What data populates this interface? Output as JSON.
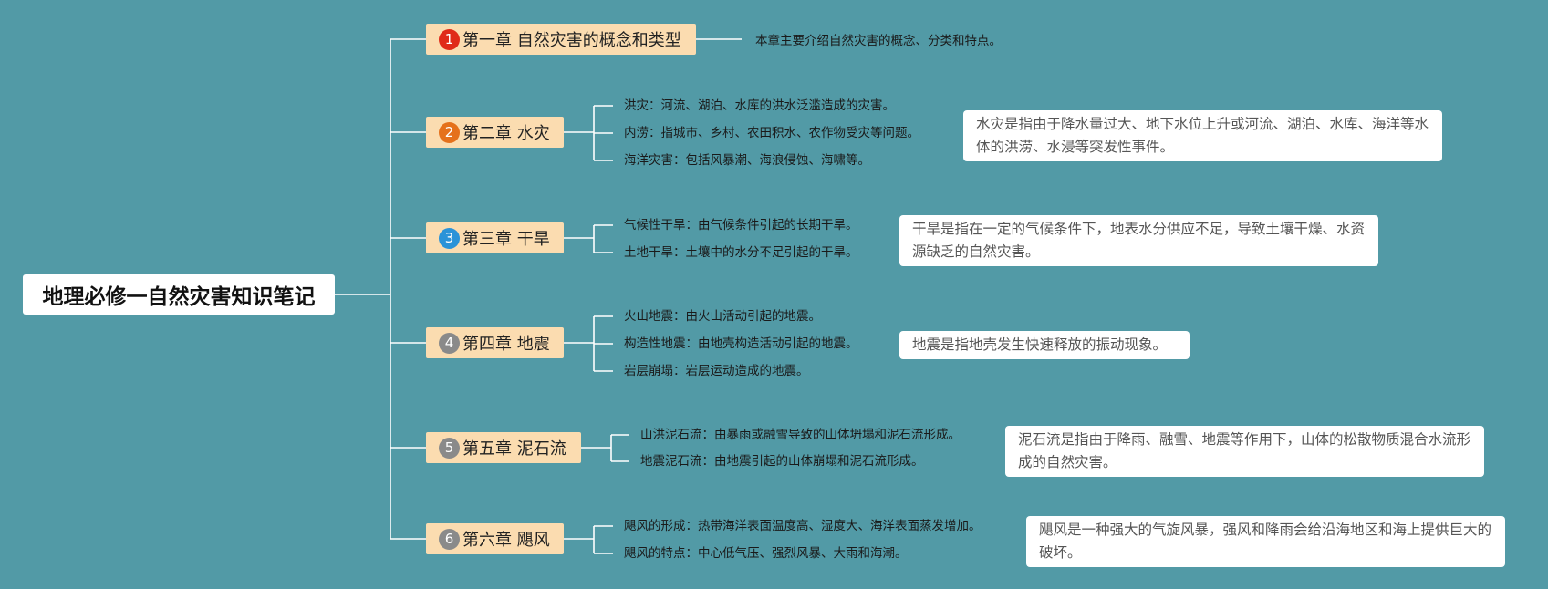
{
  "root_title": "地理必修一自然灾害知识笔记",
  "colors": {
    "background": "#529aa6",
    "chapter_fill": "#fbdcb0",
    "line": "#ffffff"
  },
  "chapters": [
    {
      "num": "1",
      "badge_color": "#e02a18",
      "title": "第一章 自然灾害的概念和类型",
      "items": [],
      "note": "本章主要介绍自然灾害的概念、分类和特点。"
    },
    {
      "num": "2",
      "badge_color": "#e5711c",
      "title": "第二章 水灾",
      "items": [
        "洪灾：河流、湖泊、水库的洪水泛滥造成的灾害。",
        "内涝：指城市、乡村、农田积水、农作物受灾等问题。",
        "海洋灾害：包括风暴潮、海浪侵蚀、海啸等。"
      ],
      "note": "水灾是指由于降水量过大、地下水位上升或河流、湖泊、水库、海洋等水体的洪涝、水浸等突发性事件。"
    },
    {
      "num": "3",
      "badge_color": "#2b93d8",
      "title": "第三章 干旱",
      "items": [
        "气候性干旱：由气候条件引起的长期干旱。",
        "土地干旱：土壤中的水分不足引起的干旱。"
      ],
      "note": "干旱是指在一定的气候条件下，地表水分供应不足，导致土壤干燥、水资源缺乏的自然灾害。"
    },
    {
      "num": "4",
      "badge_color": "#8a8a8a",
      "title": "第四章 地震",
      "items": [
        "火山地震：由火山活动引起的地震。",
        "构造性地震：由地壳构造活动引起的地震。",
        "岩层崩塌：岩层运动造成的地震。"
      ],
      "note": "地震是指地壳发生快速释放的振动现象。"
    },
    {
      "num": "5",
      "badge_color": "#8a8a8a",
      "title": "第五章 泥石流",
      "items": [
        "山洪泥石流：由暴雨或融雪导致的山体坍塌和泥石流形成。",
        "地震泥石流：由地震引起的山体崩塌和泥石流形成。"
      ],
      "note": "泥石流是指由于降雨、融雪、地震等作用下，山体的松散物质混合水流形成的自然灾害。"
    },
    {
      "num": "6",
      "badge_color": "#8a8a8a",
      "title": "第六章 飓风",
      "items": [
        "飓风的形成：热带海洋表面温度高、湿度大、海洋表面蒸发增加。",
        "飓风的特点：中心低气压、强烈风暴、大雨和海潮。"
      ],
      "note": "飓风是一种强大的气旋风暴，强风和降雨会给沿海地区和海上提供巨大的破坏。"
    }
  ]
}
